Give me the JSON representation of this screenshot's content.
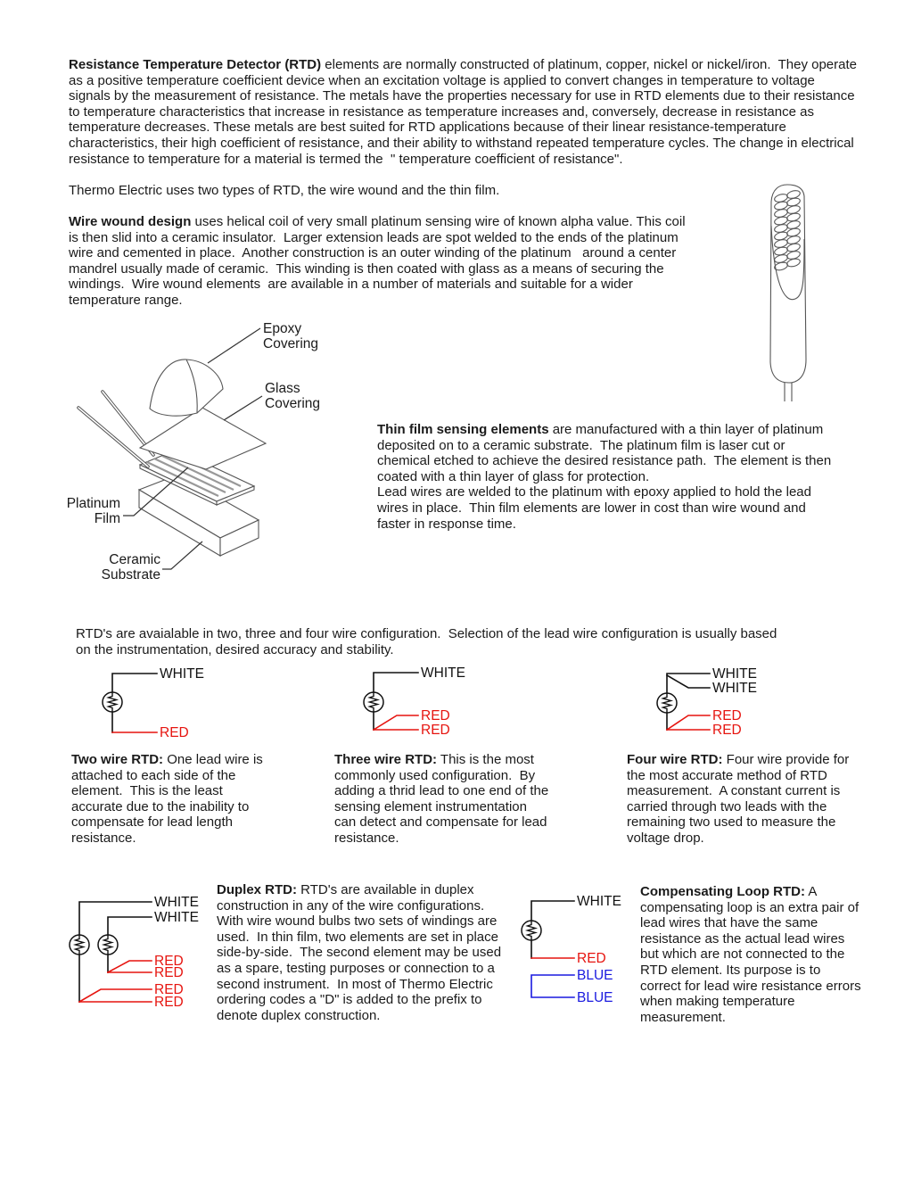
{
  "colors": {
    "ink": "#1a1a1a",
    "red": "#e6140f",
    "blue": "#1a1adf"
  },
  "intro": {
    "lead": "Resistance Temperature Detector (RTD)",
    "rest": " elements are normally constructed of platinum, copper, nickel or nickel/iron.  They operate as a positive temperature coefficient device when an excitation voltage is applied to convert changes in temperature to voltage signals by the measurement of resistance. The metals have the properties necessary for use in RTD elements due to their resistance to temperature characteristics that increase in resistance as temperature increases and, conversely, decrease in resistance as temperature decreases. These metals are best suited for RTD applications because of their linear resistance-temperature characteristics, their high coefficient of resistance, and their ability to withstand repeated temperature cycles. The change in electrical resistance to temperature for a material is termed the  \" temperature coefficient of resistance\"."
  },
  "types_line": "Thermo Electric uses two types of RTD, the wire wound and the thin film.",
  "wire_wound": {
    "lead": "Wire wound design",
    "rest": " uses helical coil of very small platinum sensing wire of known alpha value. This coil is then slid into a ceramic insulator.  Larger extension leads are spot welded to the ends of the platinum wire and cemented in place.  Another construction is an outer winding of the platinum   around a center mandrel usually made of ceramic.  This winding is then coated with glass as a means of securing the windings.  Wire wound elements  are available in a number of materials and suitable for a wider temperature range."
  },
  "thin_film": {
    "lead": "Thin film sensing elements",
    "rest": " are manufactured with a thin layer of platinum deposited on to a ceramic substrate.  The platinum film is laser cut or chemical etched to achieve the desired resistance path.  The element is then coated with a thin layer of glass for protection.\nLead wires are welded to the platinum with epoxy applied to hold the lead wires in place.  Thin film elements are lower in cost than wire wound and faster in response time."
  },
  "exploded": {
    "epoxy": "Epoxy\nCovering",
    "glass": "Glass\nCovering",
    "platinum": "Platinum\nFilm",
    "ceramic": "Ceramic\nSubstrate"
  },
  "config_intro": "RTD's are avaialable in two, three and four wire configuration.  Selection of the lead wire configuration is usually based on the instrumentation, desired accuracy and stability.",
  "wires": {
    "white": "WHITE",
    "red": "RED",
    "blue": "BLUE"
  },
  "cards": {
    "two": {
      "lead": "Two wire RTD:",
      "rest": " One lead wire is attached to each side of the element.  This is the least accurate due to the inability to compensate for lead length resistance."
    },
    "three": {
      "lead": "Three wire RTD:",
      "rest": " This is the most commonly used configuration.  By adding a thrid lead to one end of the sensing element instrumentation can detect and compensate for lead resistance."
    },
    "four": {
      "lead": "Four wire RTD:",
      "rest": " Four wire provide for the most accurate method of RTD measurement.  A constant current is carried through two leads with the remaining two used to measure the voltage drop."
    },
    "duplex": {
      "lead": "Duplex RTD:",
      "rest": " RTD's are available in duplex construction in any of the wire configurations. With wire wound bulbs two sets of windings are used.  In thin film, two elements are set in place side-by-side.  The second element may be used as a spare, testing purposes or connection to a second instrument.  In most of Thermo Electric ordering codes a \"D\" is added to the prefix to denote duplex construction."
    },
    "comp": {
      "lead": "Compensating Loop RTD:",
      "rest": " A compensating loop is an extra pair of lead wires that have the same resistance as the actual lead wires but which are not connected to the RTD element. Its purpose is to correct for lead wire resistance errors when making temperature measurement."
    }
  }
}
